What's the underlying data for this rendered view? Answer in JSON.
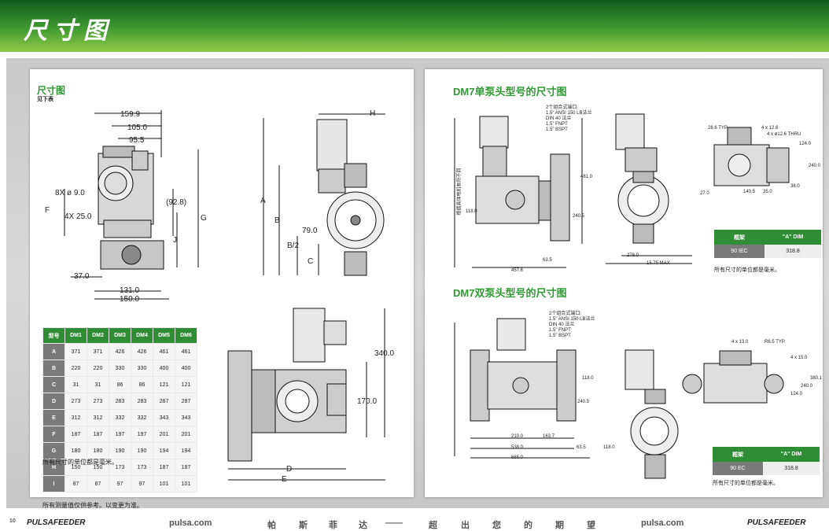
{
  "header": {
    "title": "尺寸图"
  },
  "left": {
    "title": "尺寸图",
    "subtitle": "见下表",
    "dims_a": [
      "159.9",
      "105.0",
      "95.5",
      "8X ø 9.0",
      "4X 25.0",
      "F",
      "(92.8)",
      "G",
      "J",
      "37.0",
      "131.0",
      "150.0"
    ],
    "dims_b": [
      "H",
      "A",
      "B",
      "79.0",
      "B/2",
      "C"
    ],
    "dims_c": [
      "340.0",
      "170.0",
      "D",
      "E"
    ],
    "table": {
      "headers": [
        "型号",
        "DM1",
        "DM2",
        "DM3",
        "DM4",
        "DM5",
        "DM6"
      ],
      "rows": [
        [
          "A",
          "371",
          "371",
          "426",
          "426",
          "461",
          "461"
        ],
        [
          "B",
          "220",
          "220",
          "330",
          "330",
          "400",
          "400"
        ],
        [
          "C",
          "31",
          "31",
          "86",
          "86",
          "121",
          "121"
        ],
        [
          "D",
          "273",
          "273",
          "283",
          "283",
          "287",
          "287"
        ],
        [
          "E",
          "312",
          "312",
          "332",
          "332",
          "343",
          "343"
        ],
        [
          "F",
          "187",
          "187",
          "197",
          "197",
          "201",
          "201"
        ],
        [
          "G",
          "180",
          "180",
          "190",
          "190",
          "194",
          "194"
        ],
        [
          "H",
          "150",
          "150",
          "173",
          "173",
          "187",
          "187"
        ],
        [
          "I",
          "87",
          "87",
          "97",
          "97",
          "101",
          "101"
        ]
      ]
    },
    "note": "所有尺寸的单位都是毫米。",
    "bottom_note": "所有测量值仅供参考。以变更为准。"
  },
  "right": {
    "title1": "DM7单泵头型号的尺寸图",
    "title2": "DM7双泵头型号的尺寸图",
    "port_note": [
      "2个组合式端口:",
      "1.5\" ANSI 150 LB法兰",
      "DIN 40 法兰",
      "1.5\" FNPT",
      "1.5\" BSPT"
    ],
    "port_note2": [
      "2个组合式端口:",
      "1.5\" ANSI 150 LB法兰",
      "DIN 40 法兰",
      "1.5\" FNPT",
      "1.5\" BSPT"
    ],
    "vlabel": "根据具体电机有所不同",
    "dims1": [
      "481.0",
      "118.0",
      "240.5",
      "63.5",
      "457.6",
      "278.0",
      "15.75 MAX"
    ],
    "dims2": [
      "118.0",
      "240.5",
      "210.0",
      "163.7",
      "538.0",
      "665.0",
      "63.5",
      "118.0"
    ],
    "dims3": [
      "28.6 TYP",
      "4 x 12.6",
      "4 x ø12.6 THRU",
      "124.0",
      "240.0",
      "27.0",
      "38.0",
      "140.5",
      "35.0"
    ],
    "dims4": [
      "4 x 13.0",
      "R6.5 TYP.",
      "4 x 15.0",
      "240.0",
      "124.0",
      "380.1"
    ],
    "mini1": {
      "h1": "框架",
      "h2": "\"A\" DIM",
      "k": "90 IEC",
      "v": "318.8"
    },
    "mini2": {
      "h1": "框架",
      "h2": "\"A\" DIM",
      "k": "90 EC",
      "v": "318.8"
    },
    "note": "所有尺寸的单位都是毫米。"
  },
  "footer": {
    "page": "10",
    "brand": "PULSAFEEDER",
    "url_left": "pulsa.com",
    "slogan": [
      "帕",
      "斯",
      "菲",
      "达",
      "——",
      "超",
      "出",
      "您",
      "的",
      "期",
      "望"
    ],
    "url_right": "pulsa.com",
    "brand_right": "PULSAFEEDER"
  }
}
